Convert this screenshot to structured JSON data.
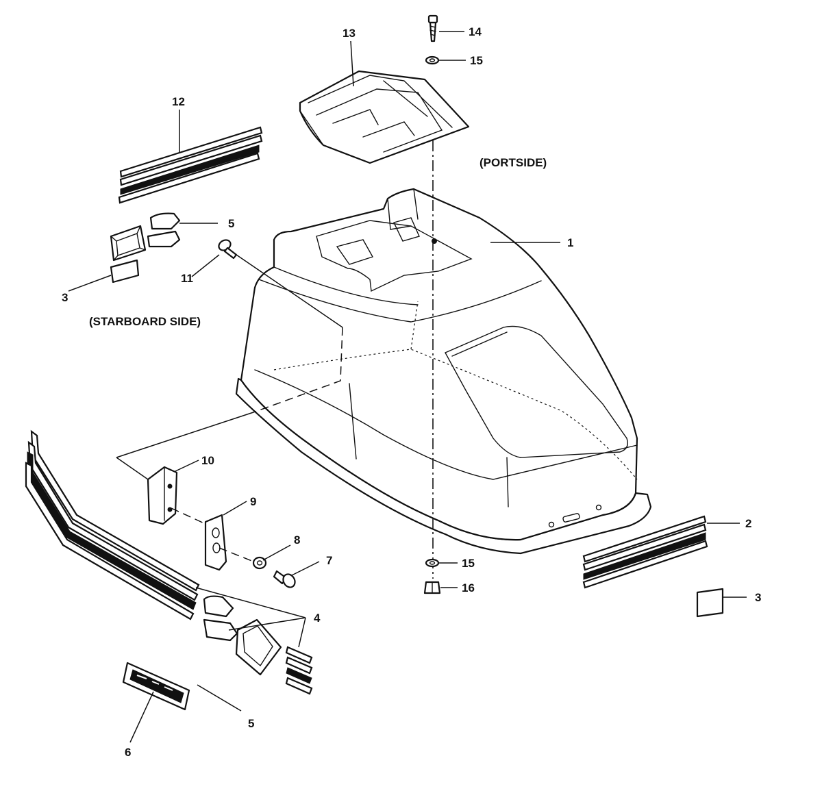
{
  "labels": {
    "portside": "(PORTSIDE)",
    "starboard": "(STARBOARD SIDE)"
  },
  "callouts": {
    "c1": "1",
    "c2": "2",
    "c3a": "3",
    "c3b": "3",
    "c4": "4",
    "c5a": "5",
    "c5b": "5",
    "c6": "6",
    "c7": "7",
    "c8": "8",
    "c9": "9",
    "c10": "10",
    "c11": "11",
    "c12": "12",
    "c13": "13",
    "c14": "14",
    "c15a": "15",
    "c15b": "15",
    "c16": "16"
  }
}
